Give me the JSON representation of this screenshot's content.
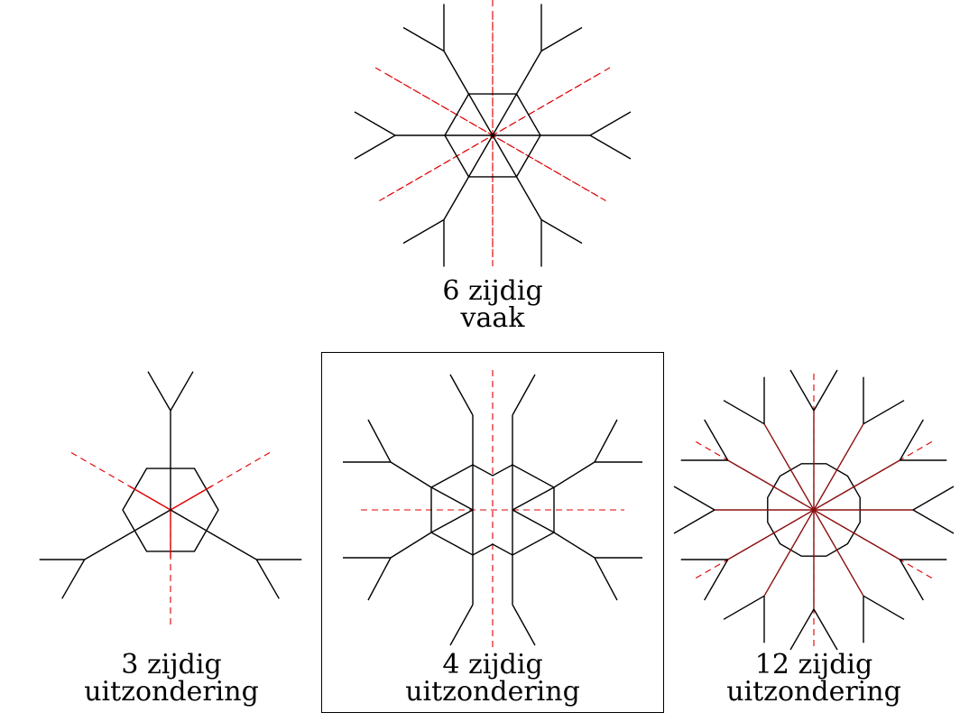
{
  "colors": {
    "shape": "#000000",
    "symmetry_axis": "#e00000",
    "background": "#ffffff"
  },
  "figures": [
    {
      "id": "six",
      "title": "6 zijdig",
      "label": "vaak",
      "highlighted": false
    },
    {
      "id": "three",
      "title": "3 zijdig",
      "label": "uitzondering",
      "highlighted": false
    },
    {
      "id": "four",
      "title": "4 zijdig",
      "label": "uitzondering",
      "highlighted": true
    },
    {
      "id": "twelve",
      "title": "12 zijdig",
      "label": "uitzondering",
      "highlighted": false
    }
  ]
}
